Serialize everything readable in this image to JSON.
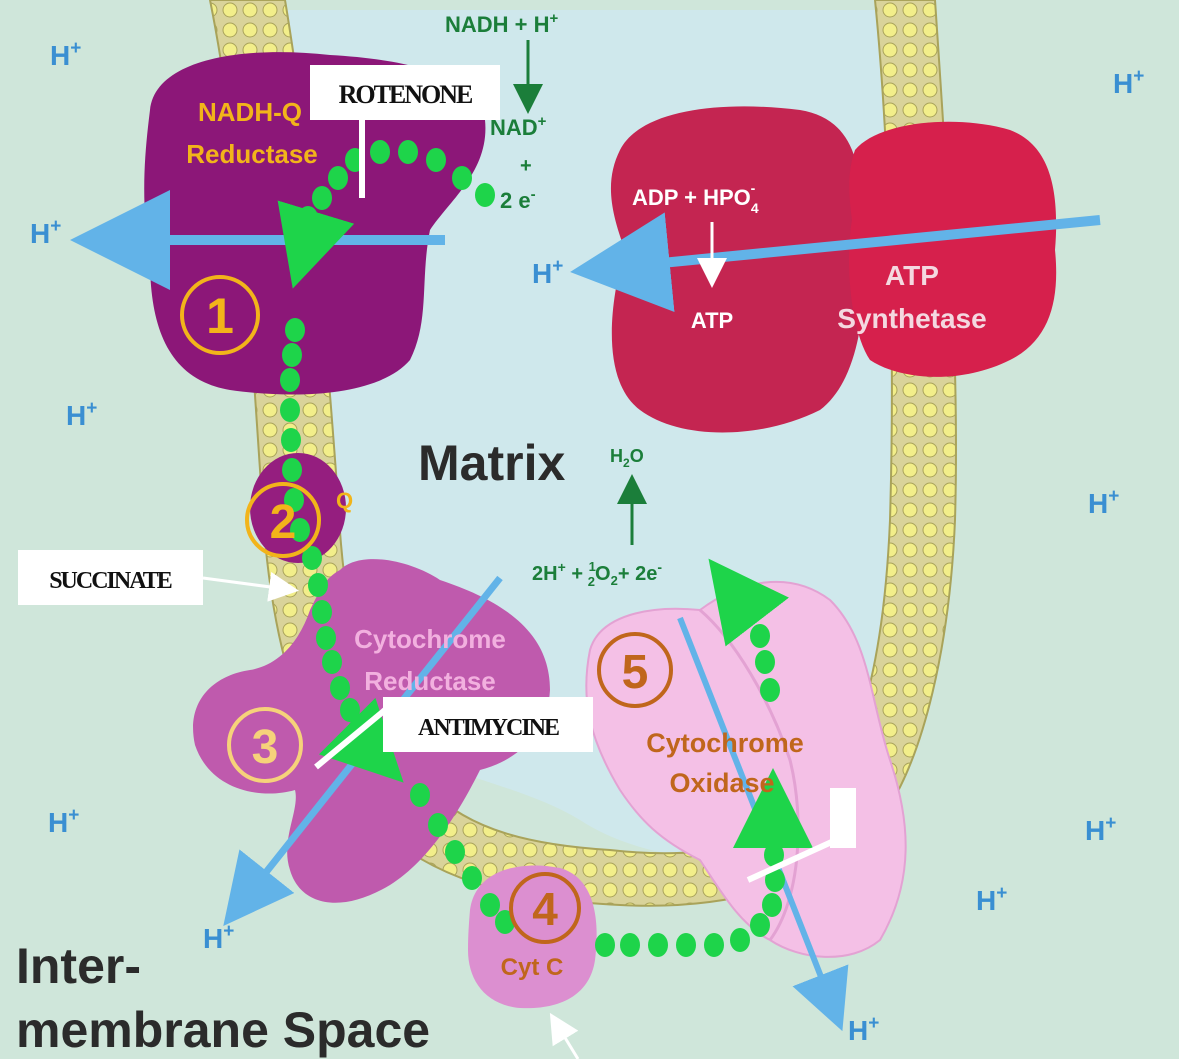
{
  "space": {
    "matrix_label": "Matrix",
    "intermembrane_line1": "Inter-",
    "intermembrane_line2": "membrane Space"
  },
  "protons": {
    "symbol": "H",
    "charge": "+"
  },
  "complexes": {
    "c1": {
      "number": "1",
      "name_line1": "NADH-Q",
      "name_line2": "Reductase"
    },
    "c2": {
      "number": "2",
      "name": "Q"
    },
    "c3": {
      "number": "3",
      "name_line1": "Cytochrome",
      "name_line2": "Reductase"
    },
    "c4": {
      "number": "4",
      "name": "Cyt C"
    },
    "c5": {
      "number": "5",
      "name_line1": "Cytochrome",
      "name_line2": "Oxidase"
    },
    "atp_synthase": {
      "name_line1": "ATP",
      "name_line2": "Synthetase"
    }
  },
  "reactions": {
    "nadh": "NADH + H",
    "nad": "NAD",
    "plus": "+",
    "two_e": "2 e",
    "adp": "ADP + HPO",
    "atp": "ATP",
    "water": "H",
    "water_sub": "2",
    "water_tail": "O",
    "oxygen_a": "2H",
    "oxygen_b": " + ",
    "oxygen_half_num": "1",
    "oxygen_half_den": "2",
    "oxygen_c": "O",
    "oxygen_sub": "2",
    "oxygen_d": "+ 2e",
    "minus": "-",
    "phosphate_sub": "4"
  },
  "annotations": {
    "rotenone": "ROTENONE",
    "succinate": "SUCCINATE",
    "antimycine": "ANTIMYCINE",
    "blank": ""
  },
  "colors": {
    "background": "#cfe6da",
    "matrix": "#cfe8ec",
    "membrane_head": "#f2ee8a",
    "complex1": "#8c1778",
    "complex2": "#951e7f",
    "complex3": "#bf5aad",
    "complex4": "#dc8fd0",
    "complex5": "#f4c0e6",
    "atp_synthase_body": "#c42551",
    "atp_synthase_head": "#d6204c",
    "electron_dots": "#1ed44a",
    "proton_text": "#3a8fd2",
    "proton_arrow": "#62b3e8",
    "number_ring": "#f2b41a",
    "reaction_text": "#1b7e3a"
  }
}
